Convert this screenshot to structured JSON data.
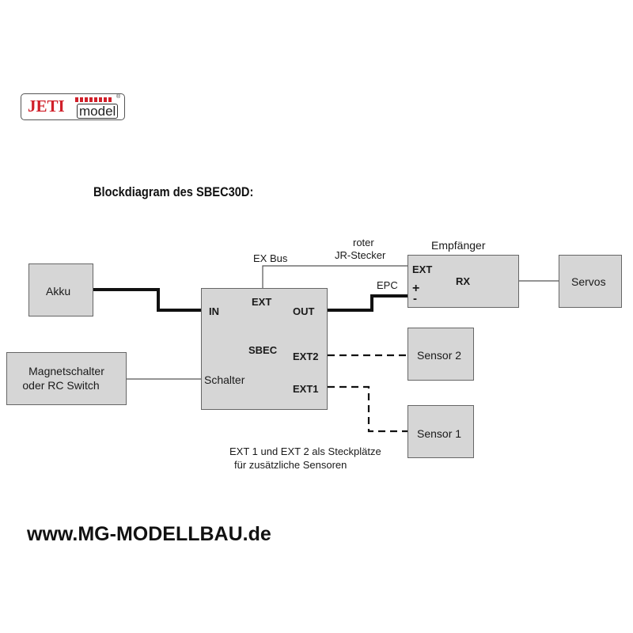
{
  "logo": {
    "brand": "JETI",
    "sub": "model",
    "reg": "®"
  },
  "title": "Blockdiagram des SBEC30D:",
  "blocks": {
    "akku": "Akku",
    "magnet_line1": "Magnetschalter",
    "magnet_line2": "oder RC Switch",
    "sbec": {
      "name": "SBEC",
      "port_in": "IN",
      "port_ext": "EXT",
      "port_out": "OUT",
      "port_ext2": "EXT2",
      "port_ext1": "EXT1",
      "port_schalter": "Schalter"
    },
    "receiver": {
      "caption": "Empfänger",
      "name": "RX",
      "port_ext": "EXT",
      "plus": "+",
      "minus": "-"
    },
    "servos": "Servos",
    "sensor2": "Sensor 2",
    "sensor1": "Sensor 1"
  },
  "labels": {
    "ex_bus": "EX Bus",
    "roter_line1": "roter",
    "roter_line2": "JR-Stecker",
    "epc": "EPC",
    "note_line1": "EXT 1 und EXT 2 als Steckplätze",
    "note_line2": "für zusätzliche Sensoren"
  },
  "footer_url": "www.MG-MODELLBAU.de",
  "colors": {
    "brand_red": "#d0202a",
    "box_fill": "#d6d6d6",
    "box_border": "#666666"
  }
}
